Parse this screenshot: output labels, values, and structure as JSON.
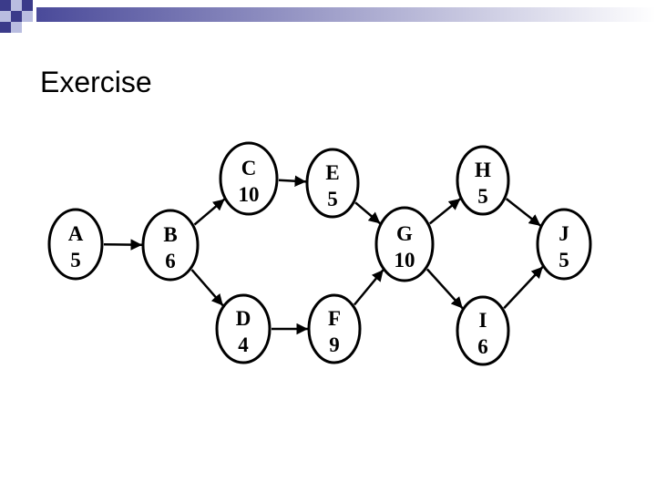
{
  "slide": {
    "title": "Exercise"
  },
  "colors": {
    "accent_dark": "#3b3b8a",
    "accent_light": "#b9bde0",
    "bar_gradient_start": "#4a4a9a",
    "bar_gradient_end": "#ffffff"
  },
  "diagram": {
    "nodes": [
      {
        "id": "A",
        "label": "A",
        "value": "5"
      },
      {
        "id": "B",
        "label": "B",
        "value": "6"
      },
      {
        "id": "C",
        "label": "C",
        "value": "10"
      },
      {
        "id": "D",
        "label": "D",
        "value": "4"
      },
      {
        "id": "E",
        "label": "E",
        "value": "5"
      },
      {
        "id": "F",
        "label": "F",
        "value": "9"
      },
      {
        "id": "G",
        "label": "G",
        "value": "10"
      },
      {
        "id": "H",
        "label": "H",
        "value": "5"
      },
      {
        "id": "I",
        "label": "I",
        "value": "6"
      },
      {
        "id": "J",
        "label": "J",
        "value": "5"
      }
    ],
    "edges": [
      {
        "from": "A",
        "to": "B"
      },
      {
        "from": "B",
        "to": "C"
      },
      {
        "from": "B",
        "to": "D"
      },
      {
        "from": "C",
        "to": "E"
      },
      {
        "from": "D",
        "to": "F"
      },
      {
        "from": "E",
        "to": "G"
      },
      {
        "from": "F",
        "to": "G"
      },
      {
        "from": "G",
        "to": "H"
      },
      {
        "from": "G",
        "to": "I"
      },
      {
        "from": "H",
        "to": "J"
      },
      {
        "from": "I",
        "to": "J"
      }
    ]
  }
}
